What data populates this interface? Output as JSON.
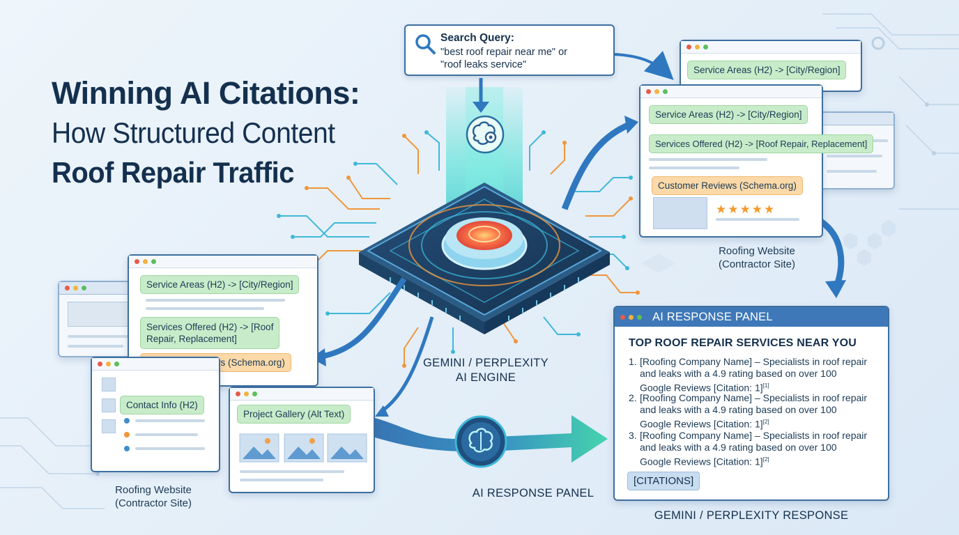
{
  "title": {
    "line1": "Winning AI Citations:",
    "line2": "How Structured Content",
    "line3": "Roof Repair Traffic"
  },
  "query": {
    "icon": "search-icon",
    "label": "Search Query:",
    "line1": "\"best roof repair near me\" or",
    "line2": "\"roof leaks service\""
  },
  "engine": {
    "icon": "brain-gear-icon",
    "label_line1": "GEMINI / PERPLEXITY",
    "label_line2": "AI ENGINE"
  },
  "site_right": {
    "back_chip": "Service Areas (H2) -> [City/Region]",
    "chip1": "Service Areas (H2) -> [City/Region]",
    "chip2": "Services Offered (H2) -> [Roof Repair, Replacement]",
    "chip3": "Customer Reviews (Schema.org)",
    "stars": "★★★★★",
    "caption_line1": "Roofing Website",
    "caption_line2": "(Contractor Site)"
  },
  "site_left": {
    "chip1": "Service Areas (H2) -> [City/Region]",
    "chip2_line1": "Services Offered (H2) -> [Roof",
    "chip2_line2": "Repair, Replacement]",
    "chip3": "Customer Reviews (Schema.org)",
    "contact_chip": "Contact Info (H2)",
    "gallery_chip": "Project Gallery (Alt Text)",
    "caption_line1": "Roofing Website",
    "caption_line2": "(Contractor Site)"
  },
  "flow": {
    "icon": "brain-circuit-icon",
    "label": "AI RESPONSE PANEL"
  },
  "panel": {
    "title": "AI RESPONSE PANEL",
    "heading": "TOP ROOF REPAIR SERVICES NEAR YOU",
    "items": [
      {
        "num": "1.",
        "line1": "[Roofing Company Name] – Specialists in roof repair",
        "line2": "and leaks with a 4.9 rating based on over 100",
        "line3": "Google Reviews [Citation: 1]",
        "sup": "[1]"
      },
      {
        "num": "2.",
        "line1": "[Roofing Company Name] – Specialists in roof repair",
        "line2": "and leaks with a 4.9 rating based on over 100",
        "line3": "Google Reviews [Citation: 1]",
        "sup": "[2]"
      },
      {
        "num": "3.",
        "line1": "[Roofing Company Name] – Specialists in roof repair",
        "line2": "and leaks with a 4.9 rating based on over 100",
        "line3": "Google Reviews [Citation: 1]",
        "sup": "[2]"
      }
    ],
    "citations_button": "[CITATIONS]",
    "caption": "GEMINI / PERPLEXITY RESPONSE"
  },
  "colors": {
    "accent_blue": "#3e78b8",
    "navy_text": "#14304e",
    "chip_green": "#c8ecc9",
    "chip_orange": "#fbd9a8",
    "circuit_orange": "#f0963a",
    "circuit_teal": "#3fb8d8",
    "flow_teal": "#3dcfae",
    "star_orange": "#f39a2b"
  }
}
